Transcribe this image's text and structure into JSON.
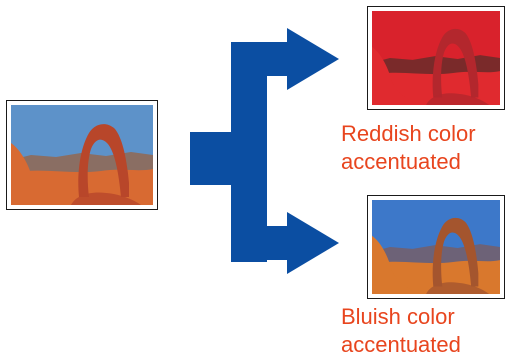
{
  "captions": {
    "reddish": [
      "Reddish color",
      "accentuated"
    ],
    "bluish": [
      "Bluish color",
      "accentuated"
    ]
  },
  "colors": {
    "arrow": "#0b4ea2",
    "caption": "#e8451e",
    "frame": "#1a1a1a"
  },
  "photos": [
    {
      "id": "source",
      "sky": "#5d92c9",
      "distant": "#8a6e63",
      "rock": "#b8462a",
      "ground": "#d86a32"
    },
    {
      "id": "reddish",
      "sky": "#d9222c",
      "distant": "#7a2a2a",
      "rock": "#b3272d",
      "ground": "#e02a2f"
    },
    {
      "id": "bluish",
      "sky": "#3d78c9",
      "distant": "#6d6277",
      "rock": "#a4552e",
      "ground": "#d9782d"
    }
  ],
  "icons": [
    "arch-photo",
    "flow-arrow"
  ]
}
